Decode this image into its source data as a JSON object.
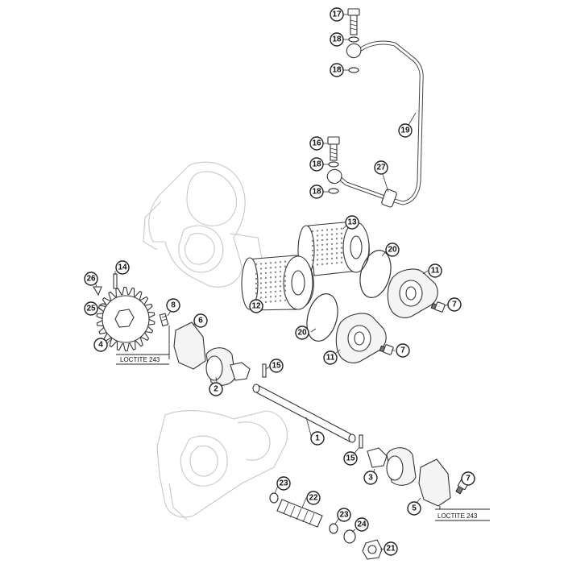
{
  "diagram": {
    "callouts": [
      {
        "id": "c17",
        "label": "17"
      },
      {
        "id": "c18a",
        "label": "18"
      },
      {
        "id": "c18b",
        "label": "18"
      },
      {
        "id": "c19",
        "label": "19"
      },
      {
        "id": "c16",
        "label": "16"
      },
      {
        "id": "c18c",
        "label": "18"
      },
      {
        "id": "c27",
        "label": "27"
      },
      {
        "id": "c18d",
        "label": "18"
      },
      {
        "id": "c13",
        "label": "13"
      },
      {
        "id": "c20a",
        "label": "20"
      },
      {
        "id": "c11a",
        "label": "11"
      },
      {
        "id": "c14",
        "label": "14"
      },
      {
        "id": "c26",
        "label": "26"
      },
      {
        "id": "c12",
        "label": "12"
      },
      {
        "id": "c7a",
        "label": "7"
      },
      {
        "id": "c25",
        "label": "25"
      },
      {
        "id": "c8",
        "label": "8"
      },
      {
        "id": "c6",
        "label": "6"
      },
      {
        "id": "c20b",
        "label": "20"
      },
      {
        "id": "c4",
        "label": "4"
      },
      {
        "id": "c11b",
        "label": "11"
      },
      {
        "id": "c7b",
        "label": "7"
      },
      {
        "id": "c15a",
        "label": "15"
      },
      {
        "id": "c2",
        "label": "2"
      },
      {
        "id": "c1",
        "label": "1"
      },
      {
        "id": "c15b",
        "label": "15"
      },
      {
        "id": "c3",
        "label": "3"
      },
      {
        "id": "c7c",
        "label": "7"
      },
      {
        "id": "c23a",
        "label": "23"
      },
      {
        "id": "c22",
        "label": "22"
      },
      {
        "id": "c5",
        "label": "5"
      },
      {
        "id": "c23b",
        "label": "23"
      },
      {
        "id": "c24",
        "label": "24"
      },
      {
        "id": "c21",
        "label": "21"
      }
    ],
    "notes": {
      "loctite_left": "LOCTITE 243",
      "loctite_right": "LOCTITE 243"
    }
  }
}
